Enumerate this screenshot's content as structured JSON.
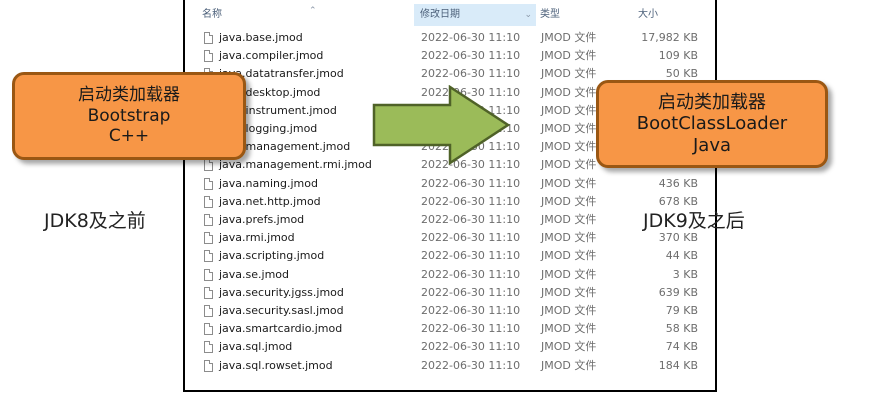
{
  "headers": {
    "name": "名称",
    "modified": "修改日期",
    "type": "类型",
    "size": "大小"
  },
  "files": [
    {
      "name": "java.base.jmod",
      "modified": "2022-06-30 11:10",
      "type": "JMOD 文件",
      "size": "17,982 KB"
    },
    {
      "name": "java.compiler.jmod",
      "modified": "2022-06-30 11:10",
      "type": "JMOD 文件",
      "size": "109 KB"
    },
    {
      "name": "java.datatransfer.jmod",
      "modified": "2022-06-30 11:10",
      "type": "JMOD 文件",
      "size": "50 KB"
    },
    {
      "name": "java.desktop.jmod",
      "modified": "2022-06-30 11:10",
      "type": "JMOD 文件",
      "size": ""
    },
    {
      "name": "java.instrument.jmod",
      "modified": "2022-06-30 11:10",
      "type": "JMOD 文件",
      "size": ""
    },
    {
      "name": "java.logging.jmod",
      "modified": "2022-06-30 11:10",
      "type": "JMOD 文件",
      "size": ""
    },
    {
      "name": "java.management.jmod",
      "modified": "2022-06-30 11:10",
      "type": "JMOD 文件",
      "size": ""
    },
    {
      "name": "java.management.rmi.jmod",
      "modified": "2022-06-30 11:10",
      "type": "JMOD 文件",
      "size": "87 KB"
    },
    {
      "name": "java.naming.jmod",
      "modified": "2022-06-30 11:10",
      "type": "JMOD 文件",
      "size": "436 KB"
    },
    {
      "name": "java.net.http.jmod",
      "modified": "2022-06-30 11:10",
      "type": "JMOD 文件",
      "size": "678 KB"
    },
    {
      "name": "java.prefs.jmod",
      "modified": "2022-06-30 11:10",
      "type": "JMOD 文件",
      "size": ""
    },
    {
      "name": "java.rmi.jmod",
      "modified": "2022-06-30 11:10",
      "type": "JMOD 文件",
      "size": "370 KB"
    },
    {
      "name": "java.scripting.jmod",
      "modified": "2022-06-30 11:10",
      "type": "JMOD 文件",
      "size": "44 KB"
    },
    {
      "name": "java.se.jmod",
      "modified": "2022-06-30 11:10",
      "type": "JMOD 文件",
      "size": "3 KB"
    },
    {
      "name": "java.security.jgss.jmod",
      "modified": "2022-06-30 11:10",
      "type": "JMOD 文件",
      "size": "639 KB"
    },
    {
      "name": "java.security.sasl.jmod",
      "modified": "2022-06-30 11:10",
      "type": "JMOD 文件",
      "size": "79 KB"
    },
    {
      "name": "java.smartcardio.jmod",
      "modified": "2022-06-30 11:10",
      "type": "JMOD 文件",
      "size": "58 KB"
    },
    {
      "name": "java.sql.jmod",
      "modified": "2022-06-30 11:10",
      "type": "JMOD 文件",
      "size": "74 KB"
    },
    {
      "name": "java.sql.rowset.jmod",
      "modified": "2022-06-30 11:10",
      "type": "JMOD 文件",
      "size": "184 KB"
    }
  ],
  "left_callout": {
    "line1": "启动类加载器",
    "line2": "Bootstrap",
    "line3": "C++"
  },
  "right_callout": {
    "line1": "启动类加载器",
    "line2": "BootClassLoader",
    "line3": "Java"
  },
  "left_label": "JDK8及之前",
  "right_label": "JDK9及之后",
  "colors": {
    "callout_fill": "#f79646",
    "callout_border": "#9a5713",
    "arrow_fill": "#9bbb59",
    "arrow_border": "#4f6228",
    "sorted_header_bg": "#d9ebf9"
  },
  "icons": {
    "sort": "chevron-up-icon",
    "file": "file-icon",
    "dropdown": "chevron-down-icon"
  }
}
